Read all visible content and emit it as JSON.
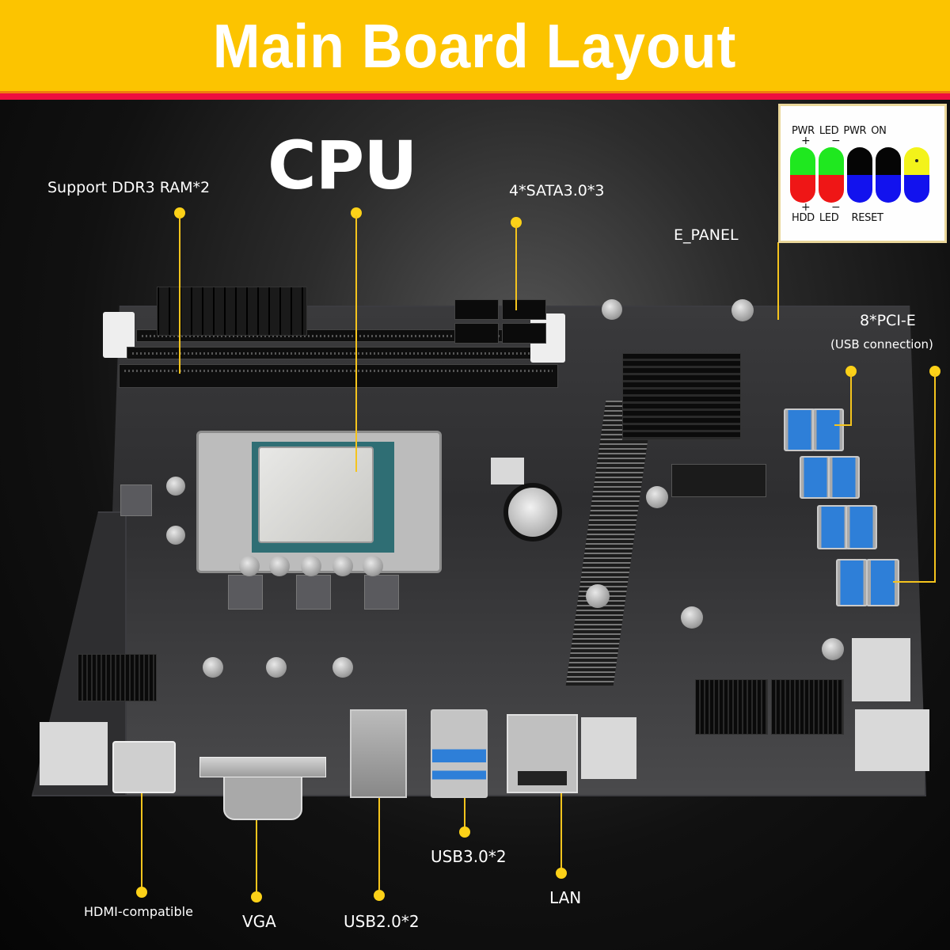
{
  "header": {
    "title": "Main Board Layout",
    "colors": {
      "banner": "#fcc400",
      "stripe_orange": "#f07a10",
      "stripe_red": "#ee0f3f",
      "title_text": "#ffffff"
    }
  },
  "callouts": {
    "ram": {
      "label": "Support DDR3 RAM*2"
    },
    "cpu": {
      "label": "CPU"
    },
    "sata": {
      "label": "4*SATA3.0*3"
    },
    "epanel": {
      "label": "E_PANEL"
    },
    "pcie": {
      "label": "8*PCI-E",
      "sublabel": "(USB connection)"
    },
    "hdmi": {
      "label": "HDMI-compatible"
    },
    "vga": {
      "label": "VGA"
    },
    "usb2": {
      "label": "USB2.0*2"
    },
    "usb3": {
      "label": "USB3.0*2"
    },
    "lan": {
      "label": "LAN"
    },
    "colors": {
      "leader_line": "#f5c41d",
      "dot": "#fcd118",
      "label_text": "#ffffff"
    }
  },
  "e_panel_legend": {
    "top_labels": [
      "PWR",
      "LED",
      "PWR",
      "ON"
    ],
    "top_signs": [
      "+",
      "−"
    ],
    "bottom_labels": [
      "HDD",
      "LED",
      "RESET"
    ],
    "bottom_signs": [
      "+",
      "−"
    ],
    "pins": [
      {
        "top": "#1fe81f",
        "bottom": "#ef1616"
      },
      {
        "top": "#1fe81f",
        "bottom": "#ef1616"
      },
      {
        "top": "#050505",
        "bottom": "#1212ee"
      },
      {
        "top": "#050505",
        "bottom": "#1212ee"
      },
      {
        "top": "#f3f31a",
        "bottom": "#1212ee",
        "marked": true
      }
    ]
  }
}
